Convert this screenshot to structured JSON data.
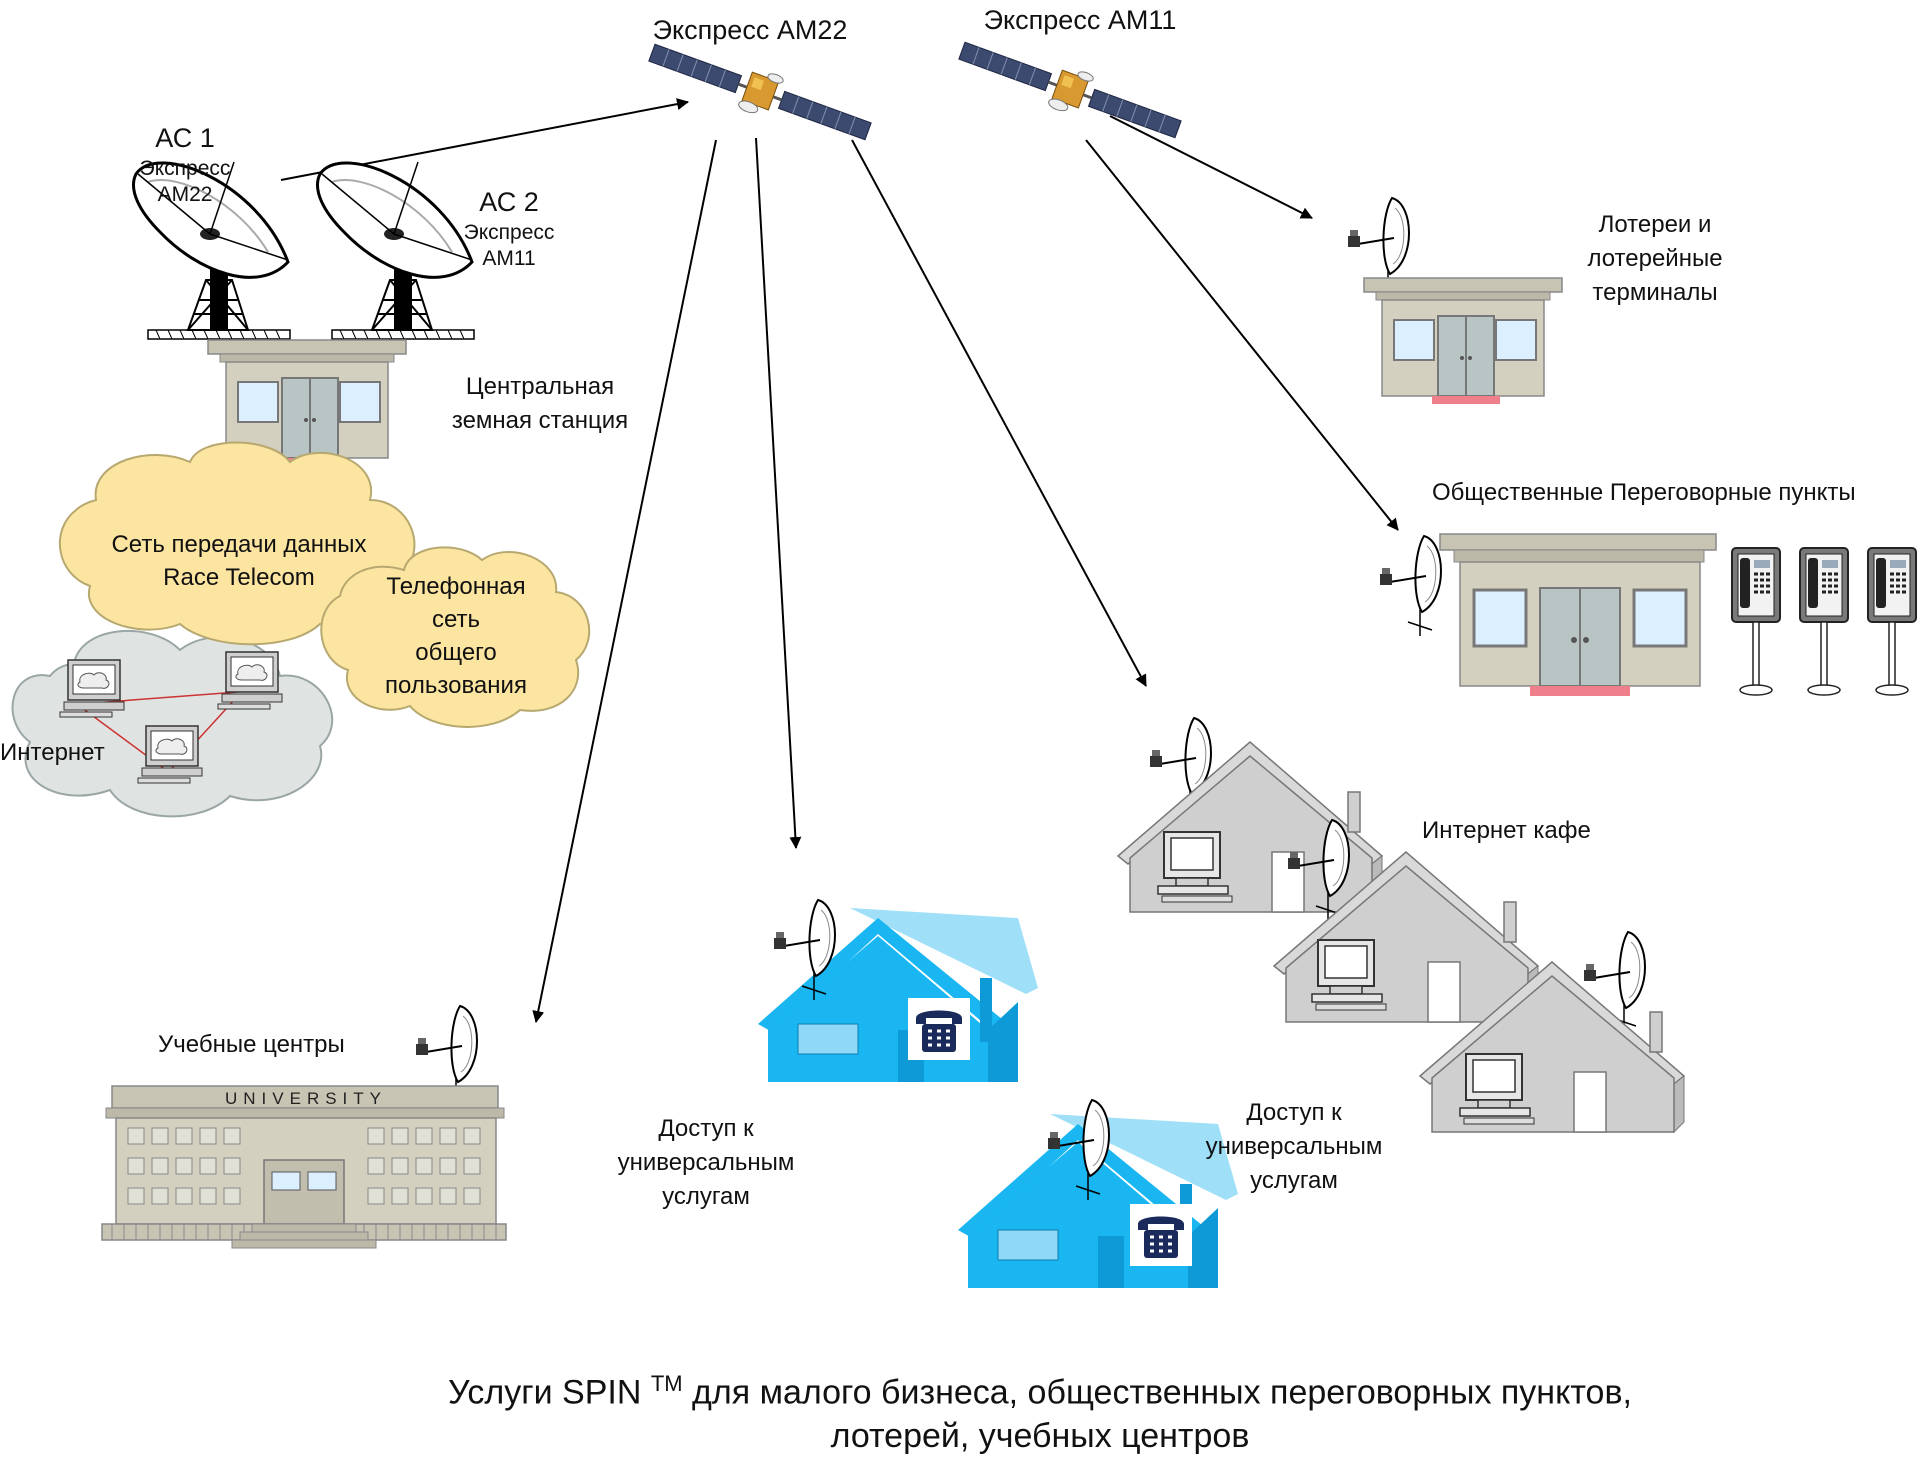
{
  "satellites": {
    "am22": "Экспресс АМ22",
    "am11": "Экспресс АМ11"
  },
  "ground_station": {
    "as1_title": "АС 1",
    "as1_sub1": "Экспресс",
    "as1_sub2": "АМ22",
    "as2_title": "АС 2",
    "as2_sub1": "Экспресс",
    "as2_sub2": "АМ11",
    "label_line1": "Центральная",
    "label_line2": "земная станция"
  },
  "clouds": {
    "data_line1": "Сеть передачи данных",
    "data_line2": "Race Telecom",
    "phone_line1": "Телефонная",
    "phone_line2": "сеть",
    "phone_line3": "общего",
    "phone_line4": "пользования",
    "internet": "Интернет"
  },
  "endpoints": {
    "lottery_line1": "Лотереи и",
    "lottery_line2": "лотерейные",
    "lottery_line3": "терминалы",
    "payphones": "Общественные Переговорные пункты",
    "internet_cafe": "Интернет кафе",
    "education": "Учебные центры",
    "university_sign": "UNIVERSITY",
    "access1_line1": "Доступ к",
    "access1_line2": "универсальным",
    "access1_line3": "услугам",
    "access2_line1": "Доступ к",
    "access2_line2": "универсальным",
    "access2_line3": "услугам"
  },
  "caption": {
    "line1_a": "Услуги SPIN",
    "line1_tm": "TM",
    "line1_b": " для малого бизнеса, общественных переговорных пунктов,",
    "line2": "лотерей, учебных центров"
  },
  "colors": {
    "building_wall": "#d4d0bf",
    "roof_trim": "#c7c3b2",
    "window": "#dcefff",
    "doormat": "#ef7f8a",
    "cloud_yellow": "#fbe5a0",
    "cloud_gray": "#dfe4e3",
    "house_blue": "#19b6f2",
    "house_gray": "#cfcfcf"
  }
}
